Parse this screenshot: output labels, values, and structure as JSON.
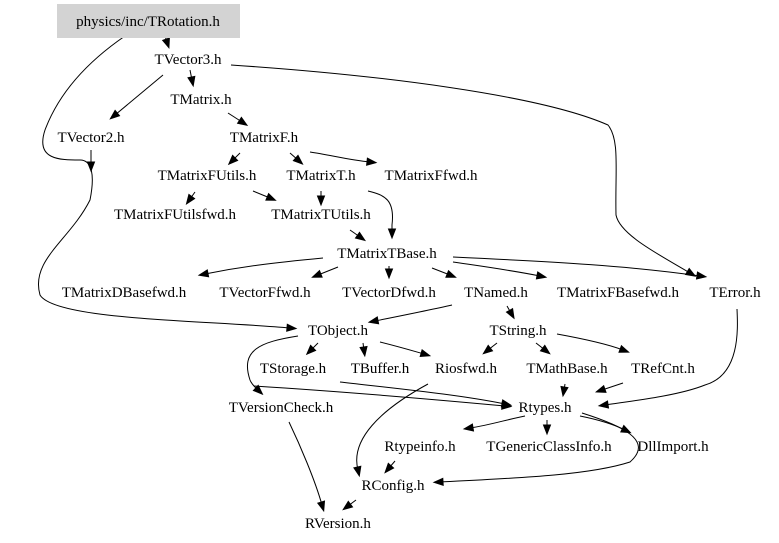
{
  "diagram": {
    "type": "include-dependency-graph",
    "root": "physics/inc/TRotation.h",
    "colors": {
      "root_fill": "#d3d3d3",
      "edge": "#000000",
      "text": "#000000",
      "background": "#ffffff"
    },
    "nodes": [
      {
        "id": "TRotation",
        "label": "physics/inc/TRotation.h"
      },
      {
        "id": "TVector3",
        "label": "TVector3.h"
      },
      {
        "id": "TMatrix",
        "label": "TMatrix.h"
      },
      {
        "id": "TVector2",
        "label": "TVector2.h"
      },
      {
        "id": "TMatrixF",
        "label": "TMatrixF.h"
      },
      {
        "id": "TMatrixFUtils",
        "label": "TMatrixFUtils.h"
      },
      {
        "id": "TMatrixT",
        "label": "TMatrixT.h"
      },
      {
        "id": "TMatrixFfwd",
        "label": "TMatrixFfwd.h"
      },
      {
        "id": "TMatrixFUtilsfwd",
        "label": "TMatrixFUtilsfwd.h"
      },
      {
        "id": "TMatrixTUtils",
        "label": "TMatrixTUtils.h"
      },
      {
        "id": "TMatrixTBase",
        "label": "TMatrixTBase.h"
      },
      {
        "id": "TMatrixDBasefwd",
        "label": "TMatrixDBasefwd.h"
      },
      {
        "id": "TVectorFfwd",
        "label": "TVectorFfwd.h"
      },
      {
        "id": "TVectorDfwd",
        "label": "TVectorDfwd.h"
      },
      {
        "id": "TNamed",
        "label": "TNamed.h"
      },
      {
        "id": "TMatrixFBasefwd",
        "label": "TMatrixFBasefwd.h"
      },
      {
        "id": "TError",
        "label": "TError.h"
      },
      {
        "id": "TObject",
        "label": "TObject.h"
      },
      {
        "id": "TString",
        "label": "TString.h"
      },
      {
        "id": "TStorage",
        "label": "TStorage.h"
      },
      {
        "id": "TBuffer",
        "label": "TBuffer.h"
      },
      {
        "id": "Riosfwd",
        "label": "Riosfwd.h"
      },
      {
        "id": "TMathBase",
        "label": "TMathBase.h"
      },
      {
        "id": "TRefCnt",
        "label": "TRefCnt.h"
      },
      {
        "id": "TVersionCheck",
        "label": "TVersionCheck.h"
      },
      {
        "id": "Rtypes",
        "label": "Rtypes.h"
      },
      {
        "id": "Rtypeinfo",
        "label": "Rtypeinfo.h"
      },
      {
        "id": "TGenericClassInfo",
        "label": "TGenericClassInfo.h"
      },
      {
        "id": "DllImport",
        "label": "DllImport.h"
      },
      {
        "id": "RConfig",
        "label": "RConfig.h"
      },
      {
        "id": "RVersion",
        "label": "RVersion.h"
      }
    ],
    "edges": [
      {
        "from": "TRotation",
        "to": "TVector3"
      },
      {
        "from": "TRotation",
        "to": "TObject"
      },
      {
        "from": "TVector3",
        "to": "TMatrix"
      },
      {
        "from": "TVector3",
        "to": "TVector2"
      },
      {
        "from": "TVector3",
        "to": "TError"
      },
      {
        "from": "TMatrix",
        "to": "TMatrixF"
      },
      {
        "from": "TVector2",
        "to": "TObject"
      },
      {
        "from": "TMatrixF",
        "to": "TMatrixFUtils"
      },
      {
        "from": "TMatrixF",
        "to": "TMatrixT"
      },
      {
        "from": "TMatrixF",
        "to": "TMatrixFfwd"
      },
      {
        "from": "TMatrixFUtils",
        "to": "TMatrixFUtilsfwd"
      },
      {
        "from": "TMatrixFUtils",
        "to": "TMatrixTUtils"
      },
      {
        "from": "TMatrixT",
        "to": "TMatrixTUtils"
      },
      {
        "from": "TMatrixT",
        "to": "TMatrixTBase"
      },
      {
        "from": "TMatrixTUtils",
        "to": "TMatrixTBase"
      },
      {
        "from": "TMatrixTBase",
        "to": "TMatrixDBasefwd"
      },
      {
        "from": "TMatrixTBase",
        "to": "TVectorFfwd"
      },
      {
        "from": "TMatrixTBase",
        "to": "TVectorDfwd"
      },
      {
        "from": "TMatrixTBase",
        "to": "TNamed"
      },
      {
        "from": "TMatrixTBase",
        "to": "TMatrixFBasefwd"
      },
      {
        "from": "TMatrixTBase",
        "to": "TError"
      },
      {
        "from": "TNamed",
        "to": "TObject"
      },
      {
        "from": "TNamed",
        "to": "TString"
      },
      {
        "from": "TError",
        "to": "Rtypes"
      },
      {
        "from": "TObject",
        "to": "TStorage"
      },
      {
        "from": "TObject",
        "to": "TBuffer"
      },
      {
        "from": "TObject",
        "to": "Riosfwd"
      },
      {
        "from": "TObject",
        "to": "TVersionCheck"
      },
      {
        "from": "TString",
        "to": "Riosfwd"
      },
      {
        "from": "TString",
        "to": "TMathBase"
      },
      {
        "from": "TString",
        "to": "TRefCnt"
      },
      {
        "from": "TStorage",
        "to": "Rtypes"
      },
      {
        "from": "TBuffer",
        "to": "Rtypes"
      },
      {
        "from": "Riosfwd",
        "to": "RConfig"
      },
      {
        "from": "TMathBase",
        "to": "Rtypes"
      },
      {
        "from": "TRefCnt",
        "to": "Rtypes"
      },
      {
        "from": "TVersionCheck",
        "to": "RVersion"
      },
      {
        "from": "Rtypes",
        "to": "Rtypeinfo"
      },
      {
        "from": "Rtypes",
        "to": "TGenericClassInfo"
      },
      {
        "from": "Rtypes",
        "to": "DllImport"
      },
      {
        "from": "Rtypes",
        "to": "RConfig"
      },
      {
        "from": "Rtypeinfo",
        "to": "RConfig"
      },
      {
        "from": "RConfig",
        "to": "RVersion"
      }
    ]
  }
}
